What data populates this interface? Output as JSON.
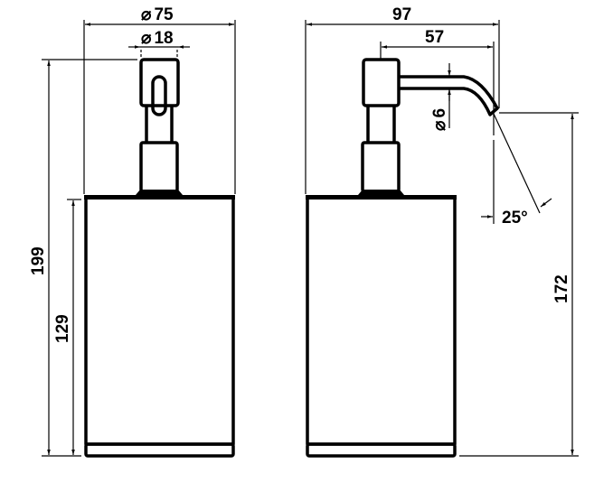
{
  "front_view": {
    "dimensions": {
      "outer_diameter": "75",
      "pump_diameter": "18",
      "total_height": "199",
      "body_height": "129"
    },
    "diameter_symbol": "⌀"
  },
  "side_view": {
    "dimensions": {
      "total_depth": "97",
      "spout_reach": "57",
      "spout_diameter": "6",
      "spout_height": "172",
      "spout_angle": "25°"
    },
    "diameter_symbol": "⌀"
  }
}
